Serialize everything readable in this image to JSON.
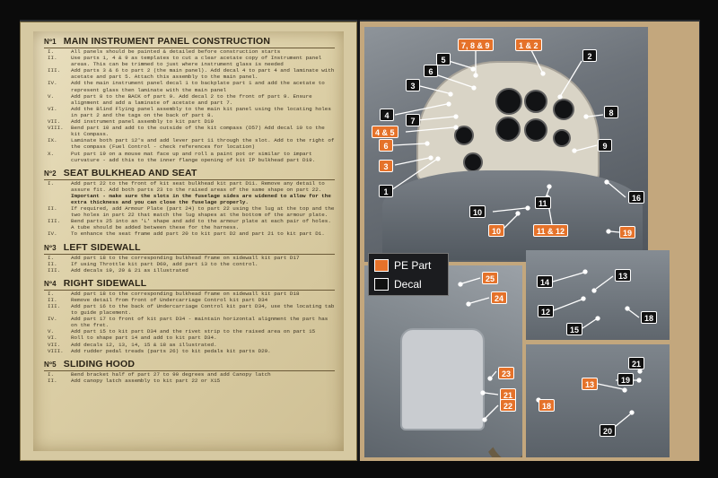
{
  "instructions": {
    "sections": [
      {
        "num": "Nº1",
        "title": "MAIN INSTRUMENT PANEL CONSTRUCTION",
        "steps": [
          {
            "n": "I.",
            "t": "All panels should be painted & detailed before construction starts"
          },
          {
            "n": "II.",
            "t": "Use parts 1, 4 & 9 as templates to cut a clear acetate copy of Instrument panel areas. This can be trimmed to just where instrument glass is needed"
          },
          {
            "n": "III.",
            "t": "Add parts 3 & 6 to part 2 (the main panel). Add decal 4 to part 4 and laminate with acetate and part 5. Attach this assembly to the main panel."
          },
          {
            "n": "IV.",
            "t": "Add the main instrument panel decal 1 to backplate part 1 and add the acetate to represent glass then laminate with the main panel"
          },
          {
            "n": "V.",
            "t": "Add part 8 to the BACK of part 9. Add decal 2 to the front of part 9. Ensure alignment and add a laminate of acetate and part 7."
          },
          {
            "n": "VI.",
            "t": "Add the Blind Flying panel assembly to the main kit panel using the locating holes in part 2 and the tags on the back of part 8."
          },
          {
            "n": "VII.",
            "t": "Add instrument panel assembly to kit part D19"
          },
          {
            "n": "VIII.",
            "t": "Bend part 10 and add to the outside of the kit compass (D57) Add decal 10 to the kit Compass."
          },
          {
            "n": "IX.",
            "t": "Laminate both part 12's and add lever part 11 through the slot. Add to the right of the compass (Fuel Control - check references for location)"
          },
          {
            "n": "X.",
            "t": "Put part 19 on a mouse mat face up and roll a paint pot or similar to impart curvature - add this to the inner flange opening of kit IP bulkhead part D19."
          }
        ]
      },
      {
        "num": "Nº2",
        "title": "SEAT BULKHEAD AND SEAT",
        "steps": [
          {
            "n": "I.",
            "t": "Add part 22 to the front of kit seat bulkhead kit part D11. Remove any detail to assure fit. Add both parts 23 to the raised areas of the same shape on part 22.",
            "bold": "Important - make sure the slots in the fuselage sides are widened to allow for the extra thickness and you can close the fuselage properly."
          },
          {
            "n": "II.",
            "t": "If required, add Armour Plate (part 24) to part 22 using the lug at the top and the two holes in part 22 that match the lug shapes at the bottom of the armour plate."
          },
          {
            "n": "III.",
            "t": "Bend parts 25 into an 'L' shape and add to the armour plate at each pair of holes. A tube should be added between these for the harness."
          },
          {
            "n": "IV.",
            "t": "To enhance the seat frame add part 20 to kit part D2 and part 21 to kit part D1."
          }
        ]
      },
      {
        "num": "Nº3",
        "title": "LEFT SIDEWALL",
        "steps": [
          {
            "n": "I.",
            "t": "Add part 18 to the corresponding bulkhead frame on sidewall kit part D17"
          },
          {
            "n": "II.",
            "t": "If using Throttle kit part D60, add part 13 to the control."
          },
          {
            "n": "III.",
            "t": "Add decals 19, 20 & 21 as illustrated"
          }
        ]
      },
      {
        "num": "Nº4",
        "title": "RIGHT SIDEWALL",
        "steps": [
          {
            "n": "I.",
            "t": "Add part 18 to the corresponding bulkhead frame on sidewall kit part D18"
          },
          {
            "n": "II.",
            "t": "Remove detail from front of Undercarriage Control kit part D34"
          },
          {
            "n": "III.",
            "t": "Add part 16 to the back of Undercarriage Control kit part D34, use the locating tab to guide placement."
          },
          {
            "n": "IV.",
            "t": "Add part 17 to front of kit part D34 - maintain horizontal alignment the part has on the fret."
          },
          {
            "n": "V.",
            "t": "Add part 15 to kit part D34 and the rivet strip to the raised area on part 15"
          },
          {
            "n": "VI.",
            "t": "Roll to shape part 14 and add to kit part D34."
          },
          {
            "n": "VII.",
            "t": "Add decals 12, 13, 14, 15 & 18 as illustrated."
          },
          {
            "n": "VIII.",
            "t": "Add rudder pedal treads (parts 26) to kit pedals kit parts D29."
          }
        ]
      },
      {
        "num": "Nº5",
        "title": "SLIDING HOOD",
        "steps": [
          {
            "n": "I.",
            "t": "Bend bracket half of part 27 to 90 degrees and add Canopy latch"
          },
          {
            "n": "II.",
            "t": "Add canopy latch assembly to kit part 22 or X15"
          }
        ]
      }
    ]
  },
  "legend": {
    "pe_label": "PE Part",
    "decal_label": "Decal",
    "pe_color": "#e5722a",
    "decal_color": "#111111"
  },
  "callouts": {
    "c_7_8_9": "7, 8 & 9",
    "c_1_2": "1 & 2",
    "c_5": "5",
    "c_2": "2",
    "c_6a": "6",
    "c_3a": "3",
    "c_8": "8",
    "c_4": "4",
    "c_4_5": "4 & 5",
    "c_7": "7",
    "c_9": "9",
    "c_6b": "6",
    "c_3b": "3",
    "c_1": "1",
    "c_16": "16",
    "c_10a": "10",
    "c_11": "11",
    "c_10b": "10",
    "c_11_12": "11 & 12",
    "c_19a": "19",
    "c_25": "25",
    "c_24": "24",
    "c_23": "23",
    "c_21a": "21",
    "c_22": "22",
    "c_14": "14",
    "c_13a": "13",
    "c_12": "12",
    "c_18a": "18",
    "c_15": "15",
    "c_19b": "19",
    "c_21b": "21",
    "c_13b": "13",
    "c_18b": "18",
    "c_20": "20"
  }
}
